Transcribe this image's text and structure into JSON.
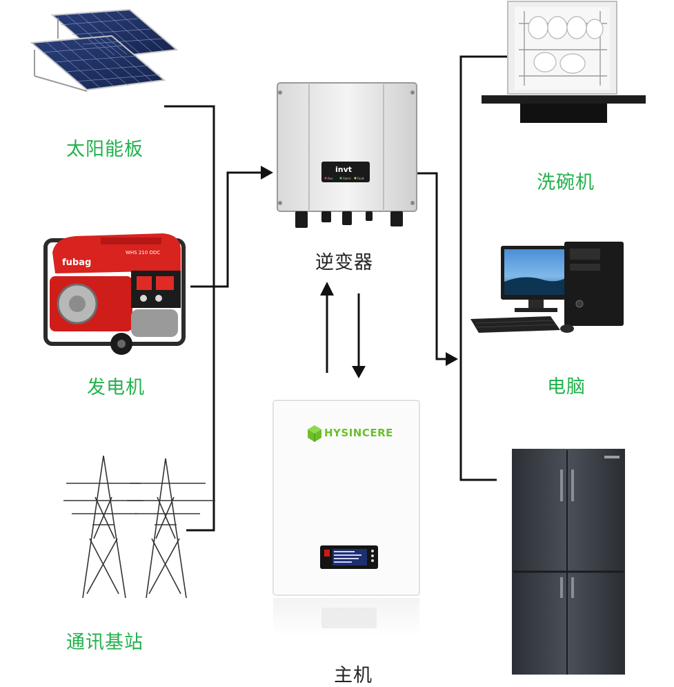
{
  "sources": {
    "solar_panel": {
      "label": "太阳能板"
    },
    "generator": {
      "label": "发电机",
      "brand": "fubag",
      "model": "WHS 210 DDC"
    },
    "telecom_tower": {
      "label": "通讯基站"
    }
  },
  "inverter": {
    "label": "逆变器",
    "brand": "invt",
    "indicators": [
      "Run",
      "Alarm",
      "Fault"
    ]
  },
  "battery": {
    "label": "主机",
    "brand": "HYSINCERE"
  },
  "loads": {
    "dishwasher": {
      "label": "洗碗机"
    },
    "computer": {
      "label": "电脑"
    },
    "refrigerator": {
      "label": ""
    }
  },
  "colors": {
    "label_green": "#22b14c",
    "line": "#111111",
    "brand_green": "#6cbf2a"
  }
}
